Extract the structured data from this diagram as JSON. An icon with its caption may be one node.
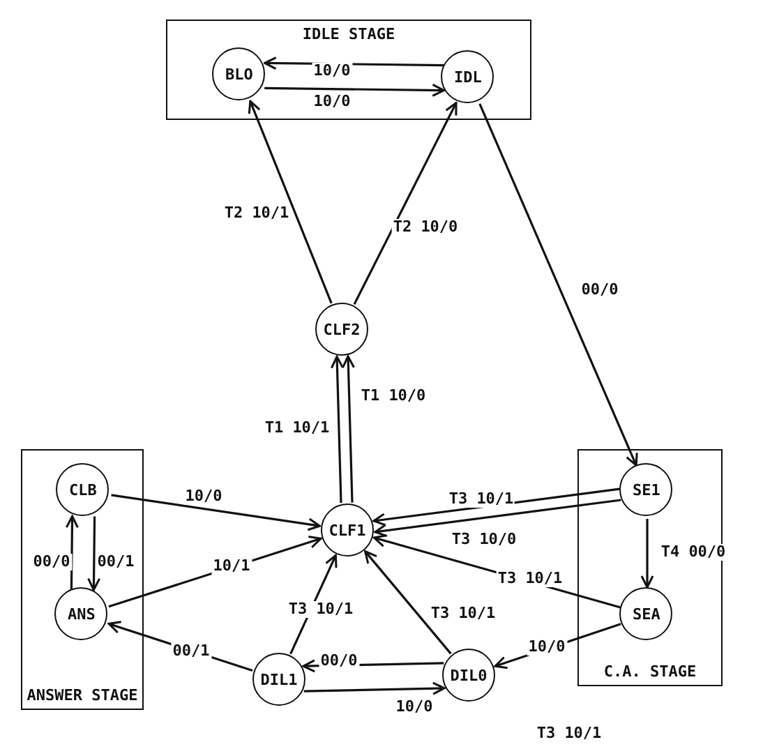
{
  "diagram": {
    "nodes": [
      {
        "text": [
          "IDLE STAGE"
        ]
      },
      {
        "text": [
          "BLO"
        ],
        "in": 0
      },
      {
        "text": [
          "IDL"
        ],
        "in": 0
      },
      {
        "text": [
          "CLF2"
        ]
      },
      {
        "text": [
          "ANSWER STAGE"
        ]
      },
      {
        "text": [
          "CLB"
        ],
        "in": 4
      },
      {
        "text": [
          "ANS"
        ],
        "in": 4
      },
      {
        "text": [
          "CLF1"
        ]
      },
      {
        "text": [
          "C.A. STAGE"
        ]
      },
      {
        "text": [
          "SE1"
        ],
        "in": 8
      },
      {
        "text": [
          "SEA"
        ],
        "in": 8
      },
      {
        "text": [
          "DIL1"
        ]
      },
      {
        "text": [
          "DIL0"
        ]
      }
    ],
    "edges": [
      {
        "from": 2,
        "to": 1,
        "arrow": "to",
        "label": "10/0"
      },
      {
        "from": 1,
        "to": 2,
        "arrow": "to",
        "label": "10/0"
      },
      {
        "from": 3,
        "to": 1,
        "arrow": "to",
        "label": "T2 10/1"
      },
      {
        "from": 3,
        "to": 2,
        "arrow": "to",
        "label": "T2 10/0"
      },
      {
        "from": 2,
        "to": 9,
        "arrow": "to",
        "label": "00/0"
      },
      {
        "from": 7,
        "to": 3,
        "arrow": "to",
        "label": "T1 10/1"
      },
      {
        "from": 7,
        "to": 3,
        "arrow": "to",
        "label": "T1 10/0"
      },
      {
        "from": 5,
        "to": 7,
        "arrow": "to",
        "label": "10/0"
      },
      {
        "from": 6,
        "to": 7,
        "arrow": "to",
        "label": "10/1"
      },
      {
        "from": 6,
        "to": 5,
        "arrow": "to",
        "label": "00/0"
      },
      {
        "from": 5,
        "to": 6,
        "arrow": "to",
        "label": "00/1"
      },
      {
        "from": 9,
        "to": 7,
        "arrow": "to",
        "label": "T3 10/1"
      },
      {
        "from": 9,
        "to": 7,
        "arrow": "to",
        "label": "T3 10/0"
      },
      {
        "from": 9,
        "to": 10,
        "arrow": "to",
        "label": "T4 00/0"
      },
      {
        "from": 10,
        "to": 7,
        "arrow": "to",
        "label": "T3 10/1"
      },
      {
        "from": 11,
        "to": 7,
        "arrow": "to",
        "label": "T3 10/1"
      },
      {
        "from": 12,
        "to": 7,
        "arrow": "to",
        "label": "T3 10/1"
      },
      {
        "from": 10,
        "to": 12,
        "arrow": "to",
        "label": "10/0"
      },
      {
        "from": 11,
        "to": 6,
        "arrow": "to",
        "label": "00/1"
      },
      {
        "from": 12,
        "to": 11,
        "arrow": "to",
        "label": "00/0"
      },
      {
        "from": 11,
        "to": 12,
        "arrow": "to",
        "label": "10/0"
      }
    ],
    "labels": [
      "T3 10/1"
    ]
  }
}
